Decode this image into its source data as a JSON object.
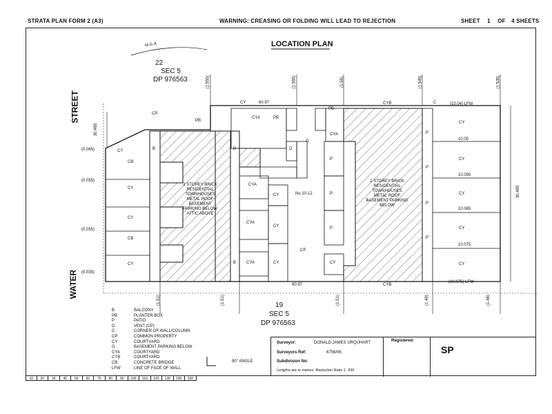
{
  "header": {
    "form_title": "STRATA PLAN FORM 2  (A3)",
    "warning": "WARNING: CREASING OR FOLDING WILL LEAD TO REJECTION",
    "sheet_label": "SHEET",
    "sheet_number": "1",
    "sheet_of": "OF",
    "sheet_total": "4 SHEETS"
  },
  "plan": {
    "title": "LOCATION PLAN",
    "mga": "M.G.A.",
    "north_lot": {
      "lot": "22",
      "section": "SEC 5",
      "dp": "DP 976563"
    },
    "south_lot": {
      "lot": "19",
      "section": "SEC 5",
      "dp": "DP 976563"
    },
    "street_left": "STREET",
    "street_left2": "WATER",
    "left_boundary": "30.485",
    "right_boundary": "30.485",
    "top_boundary": "60.97",
    "bottom_boundary": "60.97",
    "top_offsets": [
      "(1.555)",
      "(1.555)",
      "(1.56)",
      "(1.545)",
      "(1.535)"
    ],
    "bottom_offsets": [
      "(1.51)",
      "(1.51)",
      "(1.51)",
      "(1.49)",
      "(1.48)"
    ],
    "left_offsets": [
      "(0.065)",
      "(0.055)",
      "(0.055)",
      "(0.035)"
    ],
    "right_distances": [
      "(10.04) LFW",
      "10.05",
      "10.055",
      "10.065",
      "10.075",
      "(10.075) LFW"
    ],
    "west_building": "2 STOREY BRICK RESIDENTIAL TOWNHOUSES METAL ROOF BASEMENT PARKING BELOW ATTIC ABOVE",
    "east_building": "2 STOREY BRICK RESIDENTIAL TOWNHOUSES METAL ROOF BASEMENT PARKING BELOW",
    "address": "No 10-12",
    "labels": {
      "cp": "CP",
      "cy": "CY",
      "cya": "CYA",
      "cyb": "CYB",
      "cb": "CB",
      "b": "B",
      "p": "P",
      "pb": "PB",
      "d": "D",
      "g": "G",
      "c": "C"
    }
  },
  "legend": [
    {
      "code": "B",
      "desc": "BALCONY"
    },
    {
      "code": "PB",
      "desc": "PLANTER BOX"
    },
    {
      "code": "P",
      "desc": "PATIO"
    },
    {
      "code": "D",
      "desc": "VENT (CP)"
    },
    {
      "code": "C",
      "desc": "CORNER OF WALL/COLUMN"
    },
    {
      "code": "CP",
      "desc": "COMMON PROPERTY"
    },
    {
      "code": "CY",
      "desc": "COURTYARD"
    },
    {
      "code": "G",
      "desc": "BASEMENT PARKING BELOW"
    },
    {
      "code": "CYA",
      "desc": "COURTYARD"
    },
    {
      "code": "CYB",
      "desc": "COURTYARD"
    },
    {
      "code": "CB",
      "desc": "CONCRETE BRIDGE"
    },
    {
      "code": "LFW",
      "desc": "LINE OF FACE OF WALL"
    }
  ],
  "angle_note": "90° ANGLE",
  "title_block": {
    "surveyor_label": "Surveyor:",
    "surveyor": "DONALD JAMES URQUHART",
    "ref_label": "Surveyors Ref:",
    "ref": "6756/06",
    "subdivision_label": "Subdivision No:",
    "lengths": "Lengths are in metres.  Reduction Ratio 1:  200",
    "registered_label": "Registered:",
    "sp": "SP"
  },
  "scale_bar": [
    "10",
    "20",
    "30",
    "40",
    "50",
    "60",
    "70",
    "80",
    "90",
    "100",
    "110",
    "120",
    "130",
    "140",
    "150"
  ]
}
